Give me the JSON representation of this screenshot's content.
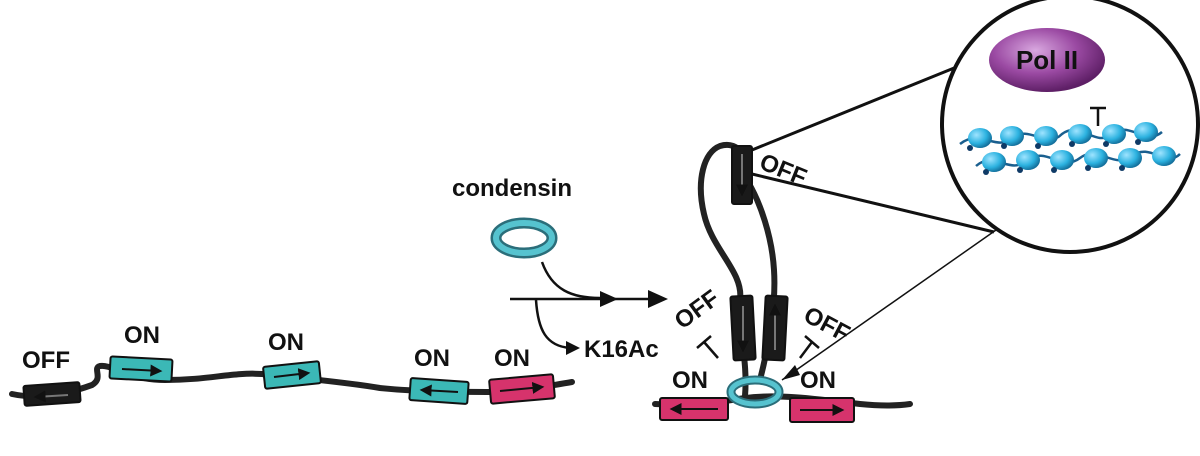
{
  "labels": {
    "off_left": "OFF",
    "on_1": "ON",
    "on_2": "ON",
    "on_3": "ON",
    "on_4": "ON",
    "condensin": "condensin",
    "k16ac": "K16Ac",
    "off_top": "OFF",
    "off_mid_left": "OFF",
    "off_mid_right": "OFF",
    "on_bottom_left": "ON",
    "on_bottom_right": "ON",
    "pol_ii": "Pol II"
  },
  "colors": {
    "strand": "#222222",
    "off_gene": "#1a1a1a",
    "teal_gene": "#3bb8b6",
    "magenta_gene": "#d6336c",
    "ring_outer": "#3d7d8a",
    "ring_fill": "#56c3cf",
    "pol_ii_fill": "#8e3d96",
    "nucleosome": "#2cb2e0",
    "nucleosome_dark": "#1a5f8f"
  }
}
